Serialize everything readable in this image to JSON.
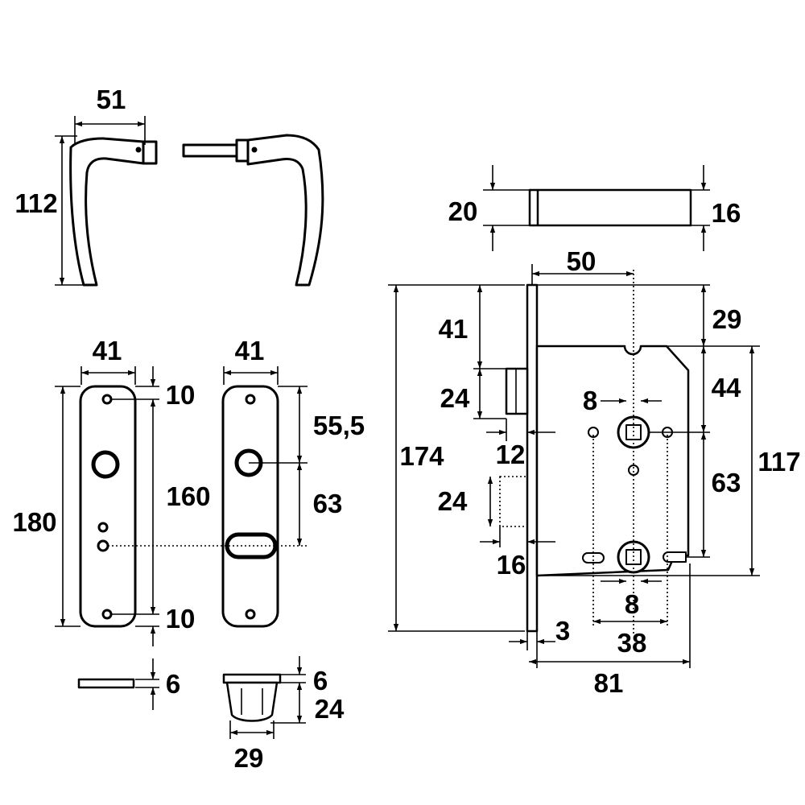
{
  "diagram": {
    "subject": "lever handle set with mortice lock (dimensional drawing)",
    "labels": {
      "handle_projection": "51",
      "handle_height": "112",
      "plate_left_width": "41",
      "plate_right_width": "41",
      "plate_length": "180",
      "plate_hole_spacing": "160",
      "plate_top_hole": "10",
      "plate_bottom_hole": "10",
      "plate_handle_offset": "55,5",
      "plate_handle_to_key": "63",
      "plate_thickness_left": "6",
      "plate_thickness_right": "6",
      "rose_height": "24",
      "rose_width": "29",
      "striker_height": "20",
      "striker_depth": "16",
      "forend_length": "174",
      "backset": "50",
      "top_offset": "29",
      "latch_offset": "41",
      "latch_height": "24",
      "latch_projection": "12",
      "bolt_height": "24",
      "bolt_projection": "16",
      "case_top_to_spindle": "44",
      "spindle_to_key": "63",
      "case_height": "117",
      "spindle_size": "8",
      "key_size": "8",
      "fixing_spacing": "38",
      "forend_thickness": "3",
      "case_depth": "81"
    }
  }
}
